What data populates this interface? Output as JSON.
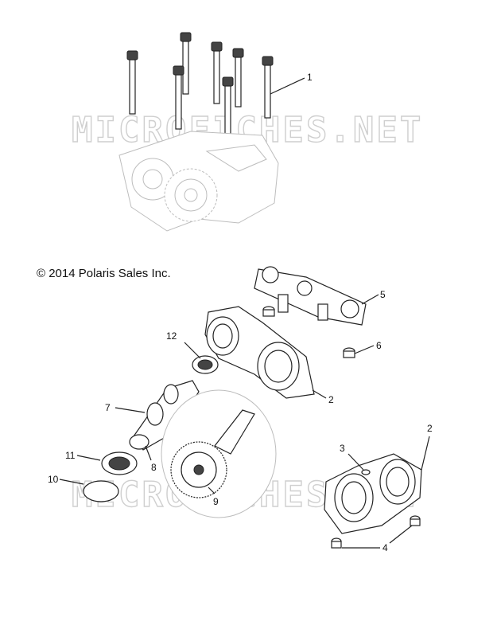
{
  "copyright": "© 2014 Polaris Sales Inc.",
  "watermark": "MICROFICHES.NET",
  "callouts": {
    "c1": "1",
    "c2a": "2",
    "c2b": "2",
    "c3": "3",
    "c4": "4",
    "c5": "5",
    "c6": "6",
    "c7": "7",
    "c8": "8",
    "c9": "9",
    "c10": "10",
    "c11": "11",
    "c12": "12"
  }
}
